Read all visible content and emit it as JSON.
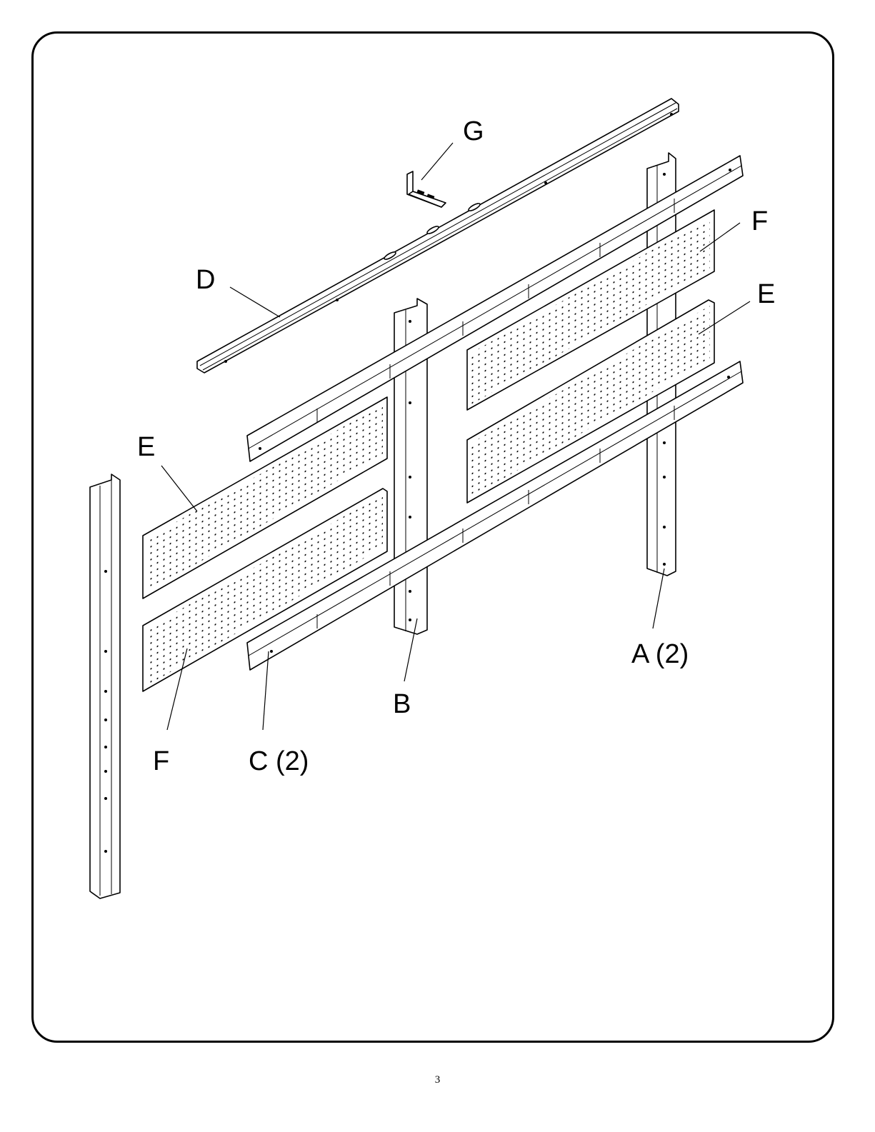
{
  "parts": {
    "A": "A (2)",
    "B": "B",
    "C": "C (2)",
    "D": "D",
    "E_left": "E",
    "E_right": "E",
    "F_left": "F",
    "F_right": "F",
    "G": "G"
  },
  "page_number": "3"
}
